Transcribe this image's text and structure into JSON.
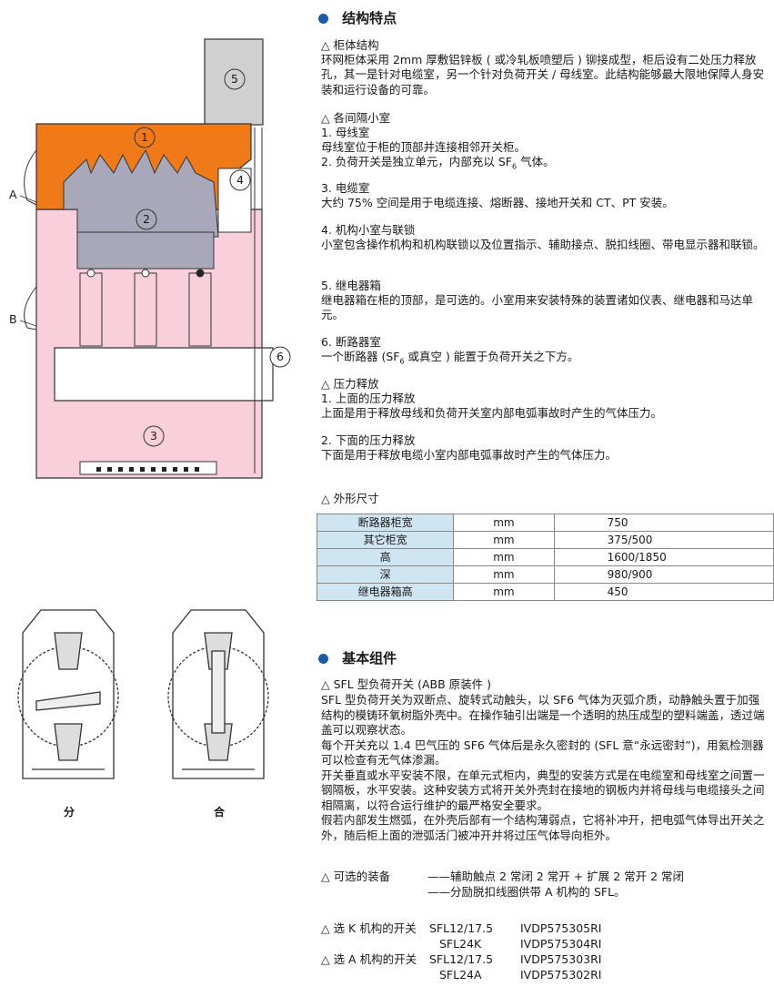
{
  "colors": {
    "accent": "#1d5ba6",
    "busbar": "#f07a18",
    "cable": "#f9cfdc",
    "switch": "#a8a8ba",
    "relay": "#d0d0d0",
    "table_key": "#cfe5f2"
  },
  "diagram_labels": {
    "n1": "1",
    "n2": "2",
    "n3": "3",
    "n4": "4",
    "n5": "5",
    "n6": "6",
    "a": "A",
    "b": "B"
  },
  "section1": {
    "title": "结构特点",
    "cabinet": {
      "head": "△ 柜体结构",
      "body": "环网柜体采用 2mm 厚敷铝锌板 ( 或冷轧板喷塑后 ) 铆接成型，柜后设有二处压力释放孔，其一是针对电缆室，另一个针对负荷开关 / 母线室。此结构能够最大限地保障人身安装和运行设备的可靠。"
    },
    "compartments_head": "△ 各间隔小室",
    "c1": {
      "head": "1. 母线室",
      "body": "母线室位于柜的顶部并连接相邻开关柜。"
    },
    "c2": {
      "pre": "2. 负荷开关是独立单元，内部充以 SF",
      "sub": "6",
      "post": " 气体。"
    },
    "c3": {
      "head": "3. 电缆室",
      "body": "大约 75% 空间是用于电缆连接、熔断器、接地开关和 CT、PT 安装。"
    },
    "c4": {
      "head": "4. 机构小室与联锁",
      "body": "小室包含操作机构和机构联锁以及位置指示、辅助接点、脱扣线圈、带电显示器和联锁。"
    },
    "c5": {
      "head": "5. 继电器箱",
      "body": "继电器箱在柜的顶部，是可选的。小室用来安装特殊的装置诸如仪表、继电器和马达单元。"
    },
    "c6": {
      "head": "6. 断路器室",
      "pre": "一个断路器 (SF",
      "sub": "6",
      "post": " 或真空 ) 能置于负荷开关之下方。"
    },
    "relief": {
      "head": "△ 压力释放",
      "h1": "1. 上面的压力释放",
      "b1": "上面是用于释放母线和负荷开关室内部电弧事故时产生的气体压力。",
      "h2": "2. 下面的压力释放",
      "b2": "下面是用于释放电缆小室内部电弧事故时产生的气体压力。"
    },
    "dims_head": "△ 外形尺寸",
    "dims": [
      {
        "name": "断路器柜宽",
        "unit": "mm",
        "value": "750"
      },
      {
        "name": "其它柜宽",
        "unit": "mm",
        "value": "375/500"
      },
      {
        "name": "高",
        "unit": "mm",
        "value": "1600/1850"
      },
      {
        "name": "深",
        "unit": "mm",
        "value": "980/900"
      },
      {
        "name": "继电器箱高",
        "unit": "mm",
        "value": "450"
      }
    ]
  },
  "section2": {
    "title": "基本组件",
    "sfl_head": "△ SFL 型负荷开关 (ABB 原装件 )",
    "p1": "SFL 型负荷开关为双断点、旋转式动触头，以 SF6 气体为灭弧介质，动静触头置于加强结构的模铸环氧树脂外壳中。在操作轴引出端是一个透明的热压成型的塑料端盖，透过端盖可以观察状态。",
    "p2": "每个开关充以 1.4 巴气压的 SF6 气体后是永久密封的 (SFL 意“永远密封”)，用氦检测器可以检查有无气体渗漏。",
    "p3": "开关垂直或水平安装不限，在单元式柜内，典型的安装方式是在电缆室和母线室之间置一钢隔板，水平安装。这种安装方式将开关外壳封在接地的钢板内并将母线与电缆接头之间相隔离，以符合运行维护的最严格安全要求。",
    "p4": "假若内部发生燃弧，在外壳后部有一个结构薄弱点，它将补冲开，把电弧气体导出开关之外，随后柜上面的泄弧活门被冲开并将过压气体导向柜外。",
    "opt_head": "△ 可选的装备",
    "opt1": "——辅助触点 2 常闭 2 常开 + 扩展 2 常开 2 常闭",
    "opt2": "——分励脱扣线圈供带 A 机构的 SFL。",
    "k_head": "△ 选 K 机构的开关",
    "a_head": "△ 选 A 机构的开关",
    "k_models": [
      {
        "model": "SFL12/17.5",
        "code": "IVDP575305RI"
      },
      {
        "model": "SFL24K",
        "code": "IVDP575304RI"
      }
    ],
    "a_models": [
      {
        "model": "SFL12/17.5",
        "code": "IVDP575303RI"
      },
      {
        "model": "SFL24A",
        "code": "IVDP575302RI"
      }
    ]
  },
  "captions": {
    "open": "分",
    "closed": "合"
  }
}
